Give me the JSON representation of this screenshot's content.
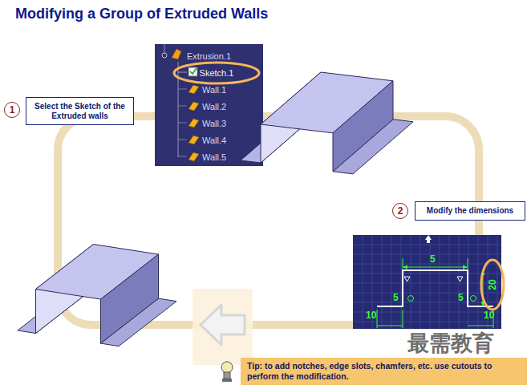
{
  "diagram": {
    "title": "Modifying a Group of Extruded Walls",
    "nodes": [
      {
        "text": [
          "1"
        ]
      },
      {
        "text": [
          "Select the Sketch of the Extruded walls"
        ]
      },
      {
        "text": [
          "Extrusion.1",
          "Wall.1",
          "Wall.2",
          "Wall.3",
          "Wall.4",
          "Wall.5"
        ]
      },
      {
        "text": [
          "Sketch.1"
        ],
        "in": 2
      },
      {
        "text": [
          "2"
        ]
      },
      {
        "text": [
          "Modify the dimensions"
        ]
      },
      {
        "text": [
          "5",
          "5",
          "10",
          "5",
          "10"
        ]
      },
      {
        "text": [
          "20"
        ],
        "in": 6
      },
      {
        "text": [
          "Tip: to add notches, edge slots, chamfers, etc. use cutouts to perform the modification."
        ]
      }
    ],
    "labels": [
      "最需教育"
    ]
  }
}
